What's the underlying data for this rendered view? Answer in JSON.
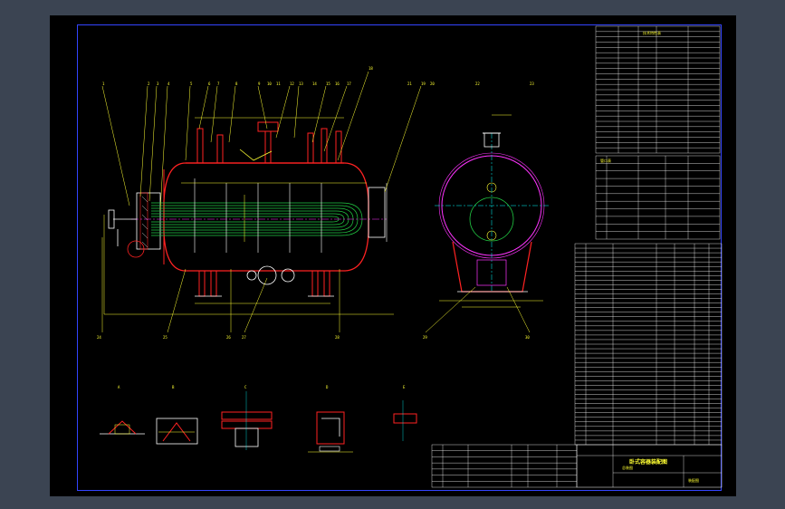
{
  "drawing": {
    "background": "#000000",
    "frame_color": "#3344ff",
    "line_colors": {
      "outline": "#ffffff",
      "shell": "#ff2222",
      "tube_bundle": "#22cc44",
      "dimension": "#ffff33",
      "center": "#ff33ff",
      "leader": "#00ffff"
    }
  },
  "balloons": {
    "top": [
      "1",
      "2",
      "3",
      "4",
      "5",
      "6",
      "7",
      "8",
      "9",
      "10",
      "11",
      "12",
      "13",
      "14",
      "15",
      "16",
      "17",
      "18",
      "19",
      "20"
    ],
    "bottom": [
      "24",
      "25",
      "26",
      "27",
      "28",
      "29",
      "30"
    ],
    "side": [
      "21",
      "22",
      "23"
    ]
  },
  "section_labels": [
    "A",
    "B",
    "C",
    "D",
    "E"
  ],
  "tech_table": {
    "title": "技术特性表",
    "rows": 12
  },
  "nozzle_table": {
    "title": "管口表",
    "rows": 10
  },
  "parts_list": {
    "rows": 22
  },
  "title_block": {
    "title": "卧式容器装配图",
    "subtitle": "总装图",
    "drawing_no": "装配图"
  },
  "bottom_table": {
    "rows": 7
  }
}
